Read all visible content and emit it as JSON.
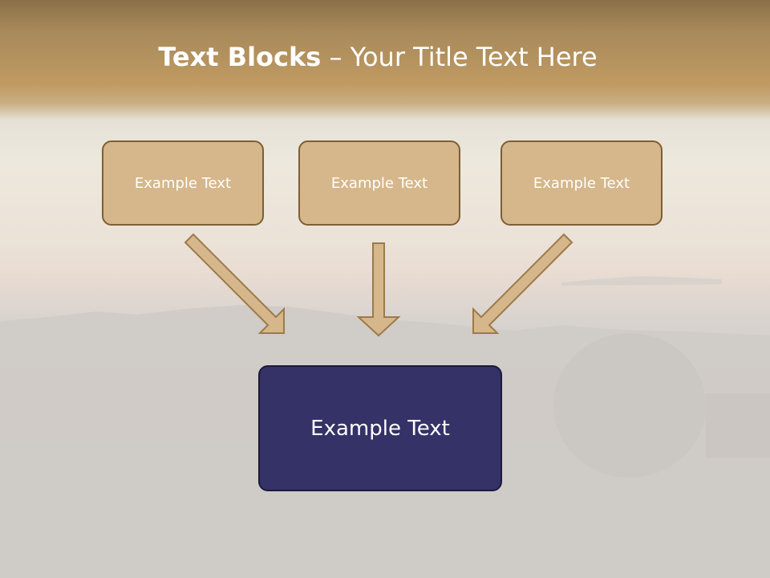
{
  "slide": {
    "title_bold": "Text Blocks",
    "title_separator": " – ",
    "title_rest": "Your Title Text Here"
  },
  "boxes": {
    "left": "Example Text",
    "center": "Example Text",
    "right": "Example Text",
    "bottom": "Example Text"
  },
  "colors": {
    "small_box_fill": "#d5b78b",
    "small_box_border": "#7d5f33",
    "bottom_box_fill": "#353268",
    "arrow_fill": "#d5b78b",
    "arrow_border": "#9c7a4a"
  }
}
